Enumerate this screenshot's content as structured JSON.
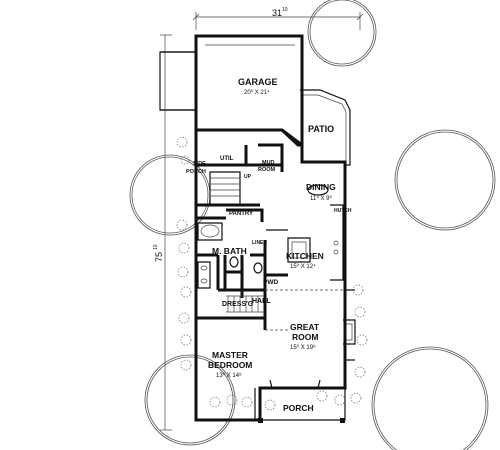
{
  "plan": {
    "overall_width": "31",
    "overall_width_inches": "10",
    "overall_depth": "75",
    "overall_depth_inches": "10"
  },
  "rooms": {
    "garage": {
      "name": "GARAGE",
      "size": "20⁰ X 21⁴"
    },
    "patio": {
      "name": "PATIO"
    },
    "util": {
      "name": "UTIL"
    },
    "side_porch": {
      "line1": "SIDE",
      "line2": "PORCH"
    },
    "mud_room": {
      "line1": "MUD",
      "line2": "ROOM"
    },
    "dining": {
      "name": "DINING",
      "size": "11⁴ X 9⁰"
    },
    "pantry": {
      "name": "PANTRY"
    },
    "m_bath": {
      "name": "M. BATH"
    },
    "kitchen": {
      "name": "KITCHEN",
      "size": "15⁰ X 12⁴"
    },
    "pwd": {
      "name": "PWD"
    },
    "dressg": {
      "name": "DRESS'G"
    },
    "hall": {
      "name": "HALL"
    },
    "great_room": {
      "line1": "GREAT",
      "line2": "ROOM",
      "size": "15⁰ X 19⁸"
    },
    "master_bedroom": {
      "line1": "MASTER",
      "line2": "BEDROOM",
      "size": "13⁰ X 14⁸"
    },
    "porch": {
      "name": "PORCH"
    }
  },
  "fixtures": {
    "linen": "LINEN",
    "hutch": "HUTCH",
    "up": "UP"
  }
}
